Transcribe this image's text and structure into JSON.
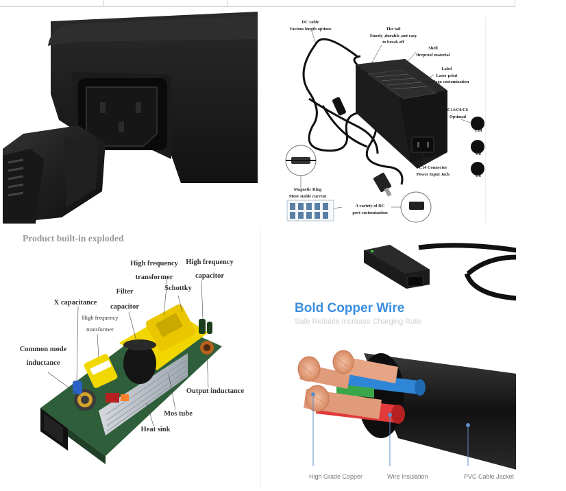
{
  "diagram": {
    "labels": {
      "dc_cable": "DC cable",
      "dc_cable_sub": "Various length options",
      "tail": "The tail",
      "tail_sub1": "Sturdy ,durable ,not easy",
      "tail_sub2": "to break off",
      "shell": "Shell",
      "shell_sub": "fireproof material",
      "label": "Label",
      "label_sub1": "Laser print",
      "label_sub2": "Free logo customization",
      "options_title": "C14/C8/C6",
      "options_sub": "Optional",
      "opt1": "C14",
      "opt2": "C8",
      "opt3": "C6",
      "c14": "C14 Connector",
      "c14_sub": "Power Input Jack",
      "magnetic": "Magnetic Ring",
      "magnetic_sub": "More stable current",
      "dc_port1": "A variety of DC",
      "dc_port2": "port customization"
    }
  },
  "exploded": {
    "title": "Product built-in exploded",
    "labels": {
      "hf_transformer_a1": "High frequency",
      "hf_transformer_a2": "transformer",
      "hf_capacitor1": "High frequency",
      "hf_capacitor2": "capacitor",
      "filter1": "Filter",
      "filter2": "capacitor",
      "schottky": "Schottky",
      "x_cap": "X capacitance",
      "hf_transformer_b1": "High frequency",
      "hf_transformer_b2": "transformer",
      "common1": "Common mode",
      "common2": "inductance",
      "output": "Output inductance",
      "mos": "Mos tube",
      "heat": "Heat sink"
    }
  },
  "wire": {
    "headline": "Bold Copper Wire",
    "subline": "Safe Reliable Increase Charging Rate",
    "copper": "High Grade Copper",
    "insulation": "Wire Insulation",
    "jacket": "PVC Cable Jacket"
  },
  "colors": {
    "headline_blue": "#3b8ee0",
    "core_blue": "#2f86d6",
    "core_red": "#e23a3a",
    "core_green": "#3aa64a",
    "copper": "#e09b7a",
    "pcb_yellow": "#f2d600"
  }
}
